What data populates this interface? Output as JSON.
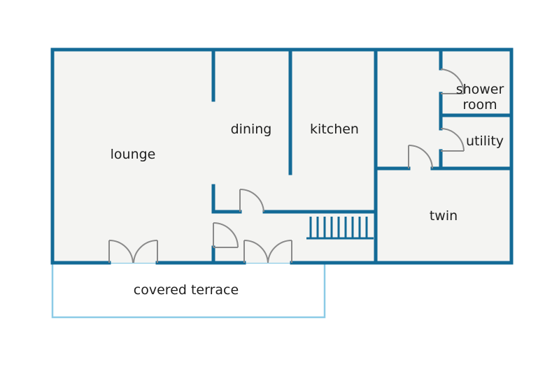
{
  "colors": {
    "wall": "#136a96",
    "terrace_outline": "#8ccbe6",
    "floor": "#f4f4f2",
    "door": "#8a8a8a",
    "text": "#1f1f1f"
  },
  "rooms": {
    "lounge": "lounge",
    "dining": "dining",
    "kitchen": "kitchen",
    "shower_line1": "shower",
    "shower_line2": "room",
    "utility": "utility",
    "twin": "twin",
    "terrace": "covered terrace"
  }
}
